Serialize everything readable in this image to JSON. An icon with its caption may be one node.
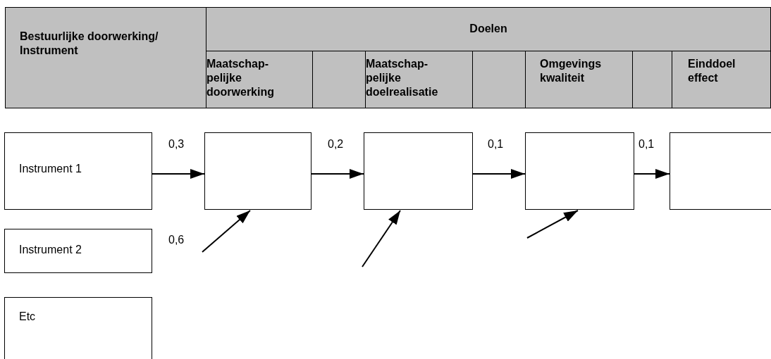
{
  "diagram": {
    "nodes": [
      {
        "text": [
          "Instrument 1"
        ]
      },
      {
        "text": [
          "Instrument 2"
        ]
      },
      {
        "text": [
          "Etc"
        ]
      },
      {
        "text": [],
        "shape": "box"
      },
      {
        "text": [],
        "shape": "box"
      },
      {
        "text": [],
        "shape": "box"
      },
      {
        "text": [],
        "shape": "box"
      }
    ],
    "edges": [
      {
        "from": 0,
        "to": 3,
        "arrow": "to",
        "label": "0,3"
      },
      {
        "from": 3,
        "to": 4,
        "arrow": "to",
        "label": "0,2"
      },
      {
        "from": 4,
        "to": 5,
        "arrow": "to",
        "label": "0,1"
      },
      {
        "from": 5,
        "to": 6,
        "arrow": "to",
        "label": "0,1"
      },
      {
        "from": null,
        "to": 3,
        "arrow": "to",
        "label": "0,6"
      },
      {
        "from": null,
        "to": 4,
        "arrow": "to"
      },
      {
        "from": null,
        "to": 5,
        "arrow": "to"
      }
    ],
    "labels": [
      "Bestuurlijke doorwerking/ Instrument",
      "Doelen",
      "Maatschap- pelijke doorwerking",
      "Maatschap- pelijke doelrealisatie",
      "Omgevings kwaliteit",
      "Einddoel effect"
    ]
  }
}
